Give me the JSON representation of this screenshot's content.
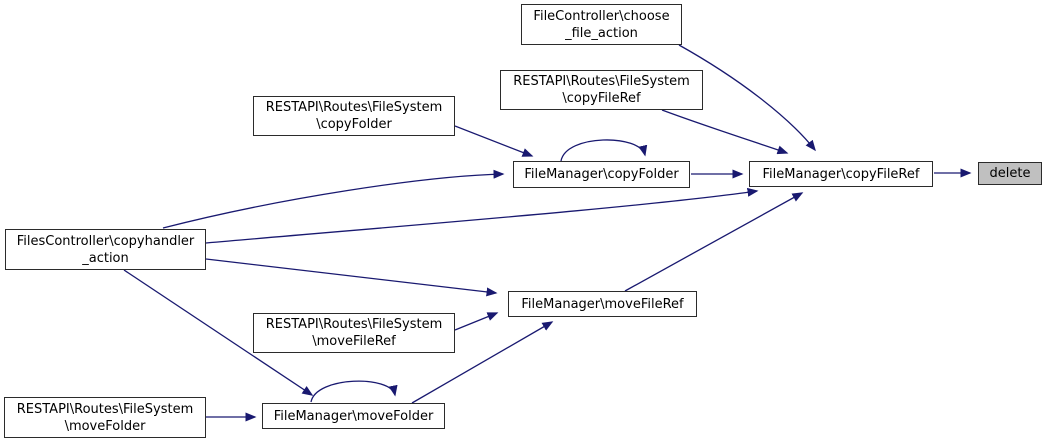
{
  "diagram": {
    "type": "call-graph",
    "nodes": [
      {
        "id": "filecontroller-choose-file-action",
        "label": "FileController\\choose\n_file_action",
        "kind": "function"
      },
      {
        "id": "restapi-filesystem-copyfileref",
        "label": "RESTAPI\\Routes\\FileSystem\n\\copyFileRef",
        "kind": "function"
      },
      {
        "id": "restapi-filesystem-copyfolder",
        "label": "RESTAPI\\Routes\\FileSystem\n\\copyFolder",
        "kind": "function"
      },
      {
        "id": "filemanager-copyfolder",
        "label": "FileManager\\copyFolder",
        "kind": "function"
      },
      {
        "id": "filemanager-copyfileref",
        "label": "FileManager\\copyFileRef",
        "kind": "function"
      },
      {
        "id": "delete",
        "label": "delete",
        "kind": "external"
      },
      {
        "id": "filescontroller-copyhandler-action",
        "label": "FilesController\\copyhandler\n_action",
        "kind": "function"
      },
      {
        "id": "filemanager-movefileref",
        "label": "FileManager\\moveFileRef",
        "kind": "function"
      },
      {
        "id": "restapi-filesystem-movefileref",
        "label": "RESTAPI\\Routes\\FileSystem\n\\moveFileRef",
        "kind": "function"
      },
      {
        "id": "restapi-filesystem-movefolder",
        "label": "RESTAPI\\Routes\\FileSystem\n\\moveFolder",
        "kind": "function"
      },
      {
        "id": "filemanager-movefolder",
        "label": "FileManager\\moveFolder",
        "kind": "function"
      }
    ],
    "edges": [
      {
        "from": "filecontroller-choose-file-action",
        "to": "filemanager-copyfileref"
      },
      {
        "from": "restapi-filesystem-copyfileref",
        "to": "filemanager-copyfileref"
      },
      {
        "from": "restapi-filesystem-copyfolder",
        "to": "filemanager-copyfolder"
      },
      {
        "from": "filemanager-copyfolder",
        "to": "filemanager-copyfolder"
      },
      {
        "from": "filemanager-copyfolder",
        "to": "filemanager-copyfileref"
      },
      {
        "from": "filescontroller-copyhandler-action",
        "to": "filemanager-copyfolder"
      },
      {
        "from": "filescontroller-copyhandler-action",
        "to": "filemanager-copyfileref"
      },
      {
        "from": "filescontroller-copyhandler-action",
        "to": "filemanager-movefileref"
      },
      {
        "from": "filescontroller-copyhandler-action",
        "to": "filemanager-movefolder"
      },
      {
        "from": "restapi-filesystem-movefileref",
        "to": "filemanager-movefileref"
      },
      {
        "from": "filemanager-movefileref",
        "to": "filemanager-copyfileref"
      },
      {
        "from": "filemanager-movefolder",
        "to": "filemanager-movefileref"
      },
      {
        "from": "filemanager-movefolder",
        "to": "filemanager-movefolder"
      },
      {
        "from": "restapi-filesystem-movefolder",
        "to": "filemanager-movefolder"
      },
      {
        "from": "filemanager-copyfileref",
        "to": "delete"
      }
    ]
  },
  "colors": {
    "edge": "#191970",
    "node_border": "#2b2b2b",
    "node_fill": "#ffffff",
    "external_fill": "#c0c0c0",
    "text": "#000000",
    "background": "#ffffff"
  }
}
